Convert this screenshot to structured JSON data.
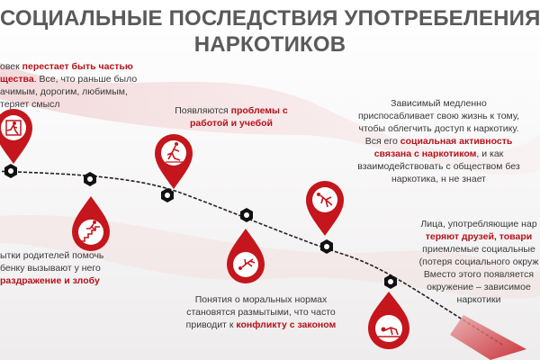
{
  "title": {
    "line1": "СОЦИАЛЬНЫЕ ПОСЛЕДСТВИЯ УПОТРЕБЕЛЕНИЯ",
    "line2": "НАРКОТИКОВ"
  },
  "colors": {
    "accent": "#c4161c",
    "text": "#3a3a3a",
    "title": "#5a5a5a",
    "node": "#111111"
  },
  "stages": [
    {
      "id": "stage1",
      "icon": "person-exit-icon",
      "lines": [
        [
          {
            "t": "овек ",
            "h": false
          },
          {
            "t": "перестает быть частью",
            "h": true
          }
        ],
        [
          {
            "t": "щества",
            "h": true
          },
          {
            "t": ". Все, что раньше было",
            "h": false
          }
        ],
        [
          {
            "t": "ачимым, дорогим, любимым,",
            "h": false
          }
        ],
        [
          {
            "t": "теряет смысл",
            "h": false
          }
        ]
      ]
    },
    {
      "id": "stage2",
      "icon": "person-stairs-icon",
      "lines": [
        [
          {
            "t": "ытки родителей помочь",
            "h": false
          }
        ],
        [
          {
            "t": "бенку вызывают у него",
            "h": false
          }
        ],
        [
          {
            "t": "раздражение и злобу",
            "h": true
          }
        ]
      ]
    },
    {
      "id": "stage3",
      "icon": "person-slipping-icon",
      "lines": [
        [
          {
            "t": "Появляются ",
            "h": false
          },
          {
            "t": "проблемы с",
            "h": true
          }
        ],
        [
          {
            "t": "работой и учебой",
            "h": true
          }
        ]
      ]
    },
    {
      "id": "stage4",
      "icon": "person-falling-icon",
      "lines": [
        [
          {
            "t": "Понятия о моральных нормах",
            "h": false
          }
        ],
        [
          {
            "t": "становятся размытыми, что часто",
            "h": false
          }
        ],
        [
          {
            "t": "приводит к ",
            "h": false
          },
          {
            "t": "конфликту с законом",
            "h": true
          }
        ]
      ]
    },
    {
      "id": "stage5",
      "icon": "person-tumbling-icon",
      "lines": [
        [
          {
            "t": "Зависимый медленно",
            "h": false
          }
        ],
        [
          {
            "t": "приспосабливает свою жизнь к тому,",
            "h": false
          }
        ],
        [
          {
            "t": "чтобы облегчить доступ к наркотику.",
            "h": false
          }
        ],
        [
          {
            "t": "Вся его ",
            "h": false
          },
          {
            "t": "социальная активность",
            "h": true
          }
        ],
        [
          {
            "t": "связана с наркотиком",
            "h": true
          },
          {
            "t": ", и как",
            "h": false
          }
        ],
        [
          {
            "t": "взаимодействовать с обществом без",
            "h": false
          }
        ],
        [
          {
            "t": "наркотика, н не знает",
            "h": false
          }
        ]
      ]
    },
    {
      "id": "stage6",
      "icon": "person-collapsed-icon",
      "lines": [
        [
          {
            "t": "Лица, употребляющие нар",
            "h": false
          }
        ],
        [
          {
            "t": "теряют друзей, товари",
            "h": true
          }
        ],
        [
          {
            "t": "приемлемые социальные",
            "h": false
          }
        ],
        [
          {
            "t": "(потеря социального окруж",
            "h": false
          }
        ],
        [
          {
            "t": "Вместо этого появляется",
            "h": false
          }
        ],
        [
          {
            "t": "окружение – зависимое",
            "h": false
          }
        ],
        [
          {
            "t": "наркотики",
            "h": false
          }
        ]
      ]
    }
  ]
}
